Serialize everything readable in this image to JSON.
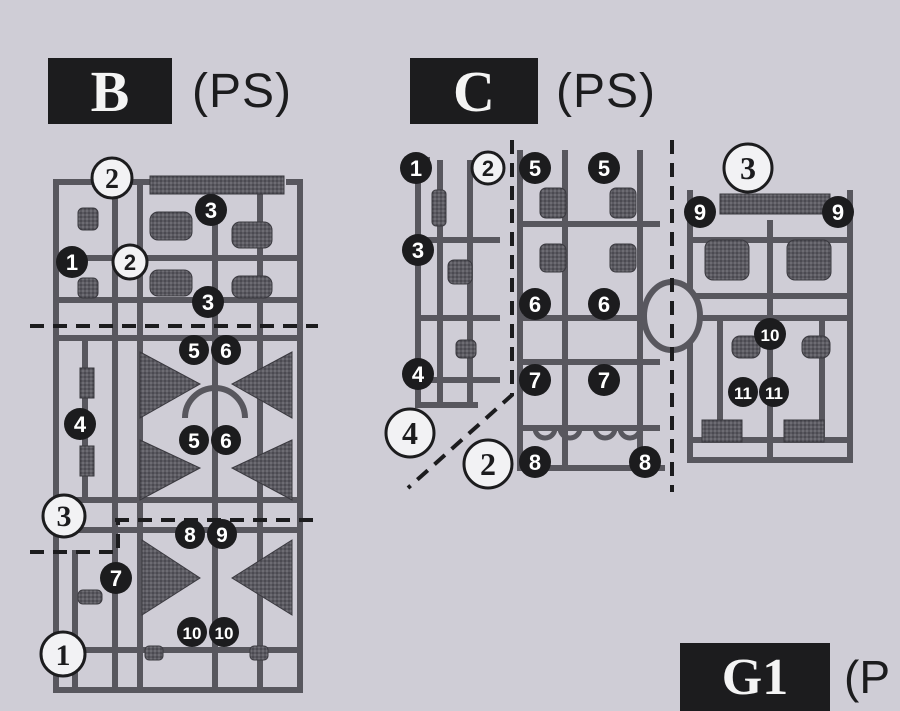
{
  "sheets": [
    {
      "letter": "B",
      "material": "(PS)"
    },
    {
      "letter": "C",
      "material": "(PS)"
    },
    {
      "letter": "G1",
      "material": "(P"
    }
  ],
  "frame_labels": {
    "b": [
      "2",
      "3",
      "1"
    ],
    "c": [
      "3",
      "4",
      "2"
    ]
  },
  "callouts": {
    "b": [
      "3",
      "1",
      "2",
      "3",
      "5",
      "6",
      "4",
      "5",
      "6",
      "8",
      "9",
      "7",
      "10",
      "10"
    ],
    "c": [
      "1",
      "2",
      "5",
      "5",
      "3",
      "6",
      "6",
      "4",
      "7",
      "7",
      "8",
      "8",
      "9",
      "9",
      "10",
      "11",
      "11"
    ]
  }
}
